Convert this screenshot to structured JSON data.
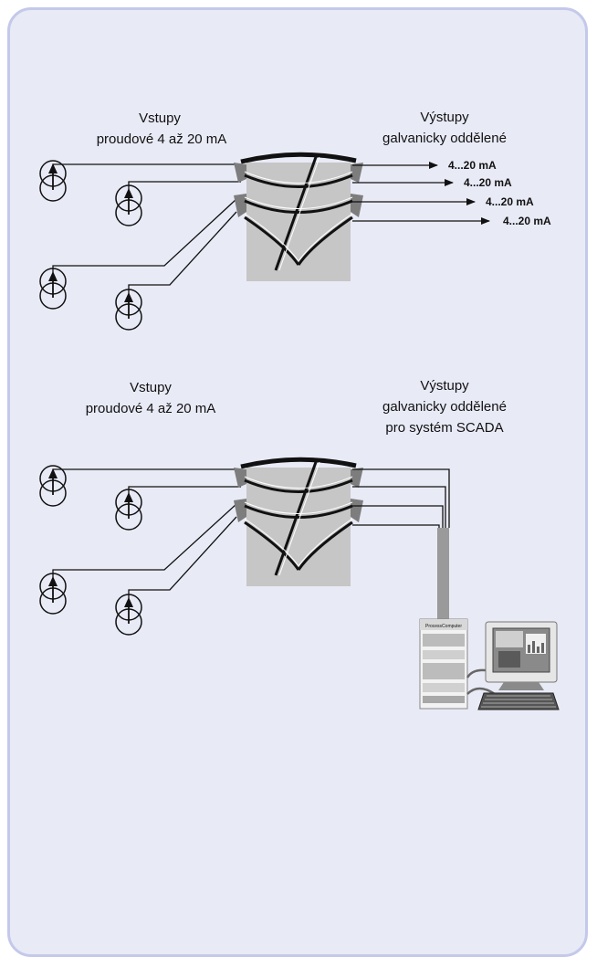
{
  "top": {
    "inputs_title": "Vstupy",
    "inputs_subtitle": "proudové 4 až 20 mA",
    "outputs_title": "Výstupy",
    "outputs_subtitle": "galvanicky oddělené",
    "output_labels": [
      "4...20 mA",
      "4...20 mA",
      "4...20 mA",
      "4...20 mA"
    ]
  },
  "bottom": {
    "inputs_title": "Vstupy",
    "inputs_subtitle": "proudové 4 až 20 mA",
    "outputs_title": "Výstupy",
    "outputs_subtitle": "galvanicky oddělené",
    "outputs_line3": "pro systém SCADA"
  },
  "computer": {
    "brand_label": "ProcessComputer"
  },
  "colors": {
    "panel_background": "#e8eaf6",
    "panel_border": "#c4c9ea",
    "isolator_body": "#c6c6c6",
    "isolator_terminal": "#808080"
  },
  "icons": [
    "current-source-icon",
    "signal-isolator-icon",
    "process-computer-icon",
    "monitor-icon",
    "keyboard-icon"
  ]
}
